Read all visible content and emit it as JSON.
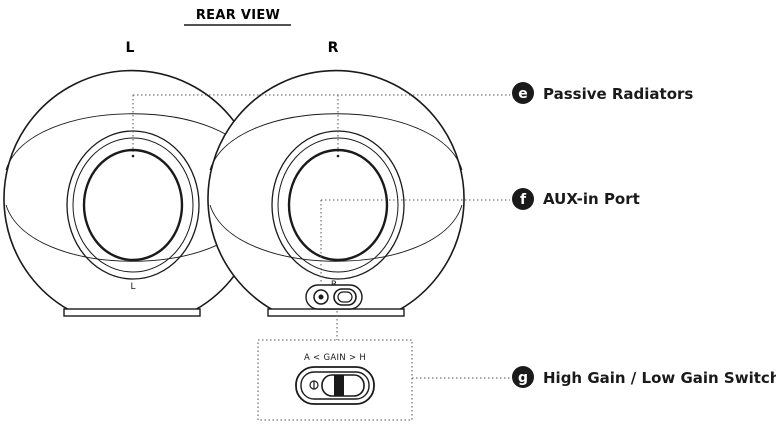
{
  "title": "REAR VIEW",
  "speakers": {
    "left_label": "L",
    "right_label": "R",
    "left_small_label": "L",
    "right_small_label": "R"
  },
  "gain_panel": {
    "label": "A < GAIN > H"
  },
  "callouts": [
    {
      "letter": "e",
      "text": "Passive Radiators"
    },
    {
      "letter": "f",
      "text": "AUX-in Port"
    },
    {
      "letter": "g",
      "text": "High Gain / Low Gain Switch"
    }
  ]
}
